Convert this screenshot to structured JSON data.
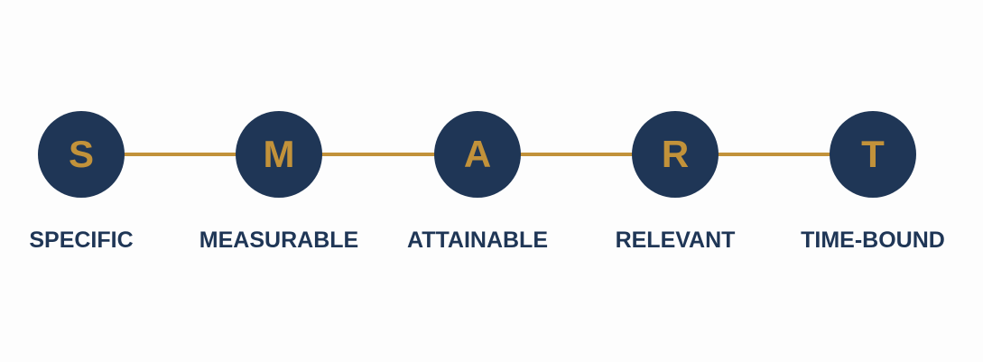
{
  "colors": {
    "background": "#fdfdfd",
    "circle_fill": "#1f3656",
    "accent_gold": "#c2923a",
    "label_text": "#1f3656"
  },
  "steps": [
    {
      "letter": "S",
      "label": "SPECIFIC"
    },
    {
      "letter": "M",
      "label": "MEASURABLE"
    },
    {
      "letter": "A",
      "label": "ATTAINABLE"
    },
    {
      "letter": "R",
      "label": "RELEVANT"
    },
    {
      "letter": "T",
      "label": "TIME-BOUND"
    }
  ]
}
